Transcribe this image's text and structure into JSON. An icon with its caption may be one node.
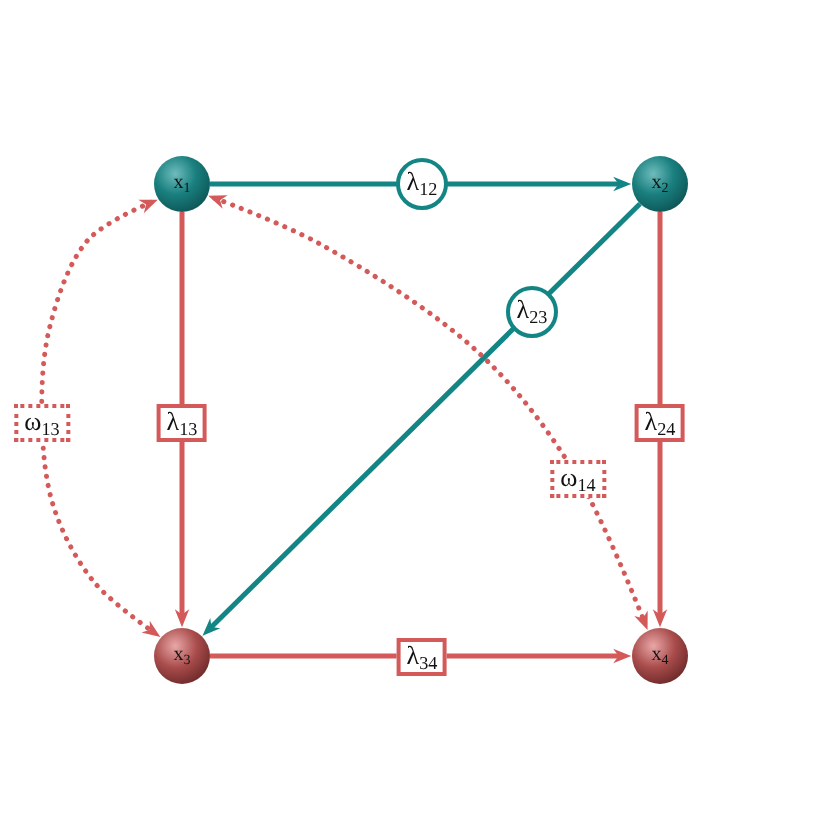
{
  "diagram": {
    "nodes": [
      {
        "text": [
          "x$_{1}$"
        ]
      },
      {
        "text": [
          "x$_{2}$"
        ]
      },
      {
        "text": [
          "x$_{3}$"
        ]
      },
      {
        "text": [
          "x$_{4}$"
        ]
      }
    ],
    "edges": [
      {
        "from": 0,
        "to": 1,
        "arrow": "to",
        "label": "λ$_{12}$",
        "color": "#148585"
      },
      {
        "from": 1,
        "to": 2,
        "arrow": "to",
        "label": "λ$_{23}$",
        "color": "#148585"
      },
      {
        "from": 0,
        "to": 2,
        "arrow": "to",
        "label": "λ$_{13}$"
      },
      {
        "from": 1,
        "to": 3,
        "arrow": "to",
        "label": "λ$_{24}$"
      },
      {
        "from": 2,
        "to": 3,
        "arrow": "to",
        "label": "λ$_{34}$"
      },
      {
        "from": 0,
        "to": 2,
        "arrow": "both",
        "label": "ω$_{13}$",
        "style": "dashed"
      },
      {
        "from": 0,
        "to": 3,
        "arrow": "both",
        "label": "ω$_{14}$",
        "style": "dashed"
      }
    ]
  }
}
